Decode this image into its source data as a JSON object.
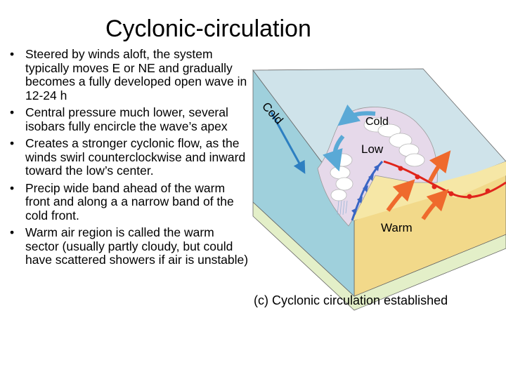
{
  "slide": {
    "title": "Cyclonic-circulation",
    "bullets": [
      "Steered by winds aloft, the system typically moves E or NE and gradually becomes a fully developed open wave in 12-24 h",
      "Central pressure much lower, several isobars fully encircle the wave’s apex",
      "Creates a stronger cyclonic flow, as the winds swirl counterclockwise and inward toward the low’s center.",
      "Precip wide band ahead of the warm front and along a a narrow band of the cold front.",
      "Warm air region is called the warm sector (usually partly cloudy, but could have scattered showers if air is unstable)"
    ]
  },
  "diagram": {
    "labels": {
      "cold_side": "Cold",
      "cold_top": "Cold",
      "low": "Low",
      "warm": "Warm"
    },
    "caption": "(c) Cyclonic circulation established",
    "colors": {
      "cold_air": "#cfe3ea",
      "cold_side_face": "#9fd0dc",
      "warm_sector": "#f6e7a6",
      "front_face": "#f2d98a",
      "low_region": "#e6d9ea",
      "cold_front": "#3a66c4",
      "warm_front": "#e0241b",
      "warm_arrow": "#ef6a2d",
      "cold_arrow": "#5aa9d6"
    }
  }
}
